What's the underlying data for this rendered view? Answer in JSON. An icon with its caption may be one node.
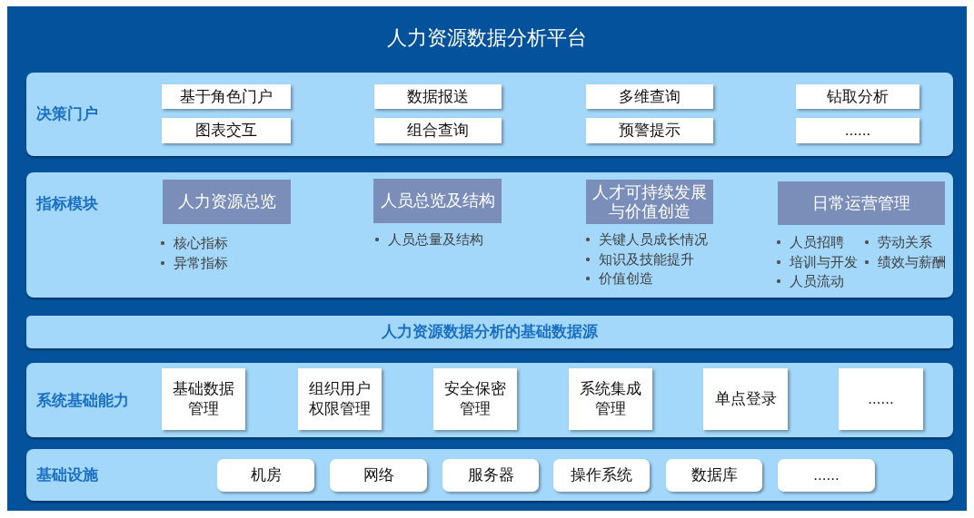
{
  "diagram": {
    "nodes": [
      {
        "text": [
          "人力资源数据分析平台"
        ]
      },
      {
        "text": [
          "决策门户"
        ],
        "in": 0
      },
      {
        "text": [
          "基于角色门户"
        ],
        "in": 1
      },
      {
        "text": [
          "数据报送"
        ],
        "in": 1
      },
      {
        "text": [
          "多维查询"
        ],
        "in": 1
      },
      {
        "text": [
          "钻取分析"
        ],
        "in": 1
      },
      {
        "text": [
          "图表交互"
        ],
        "in": 1
      },
      {
        "text": [
          "组合查询"
        ],
        "in": 1
      },
      {
        "text": [
          "预警提示"
        ],
        "in": 1
      },
      {
        "text": [
          "......"
        ],
        "in": 1
      },
      {
        "text": [
          "指标模块"
        ],
        "in": 0
      },
      {
        "text": [
          "人力资源总览"
        ],
        "in": 10,
        "beside": [
          "核心指标",
          "异常指标"
        ]
      },
      {
        "text": [
          "人员总览及结构"
        ],
        "in": 10,
        "beside": [
          "人员总量及结构"
        ]
      },
      {
        "text": [
          "人才可持续发展与价值创造"
        ],
        "in": 10,
        "beside": [
          "关键人员成长情况",
          "知识及技能提升",
          "价值创造"
        ]
      },
      {
        "text": [
          "日常运营管理"
        ],
        "in": 10,
        "beside": [
          "人员招聘",
          "培训与开发",
          "人员流动",
          "劳动关系",
          "绩效与薪酬"
        ]
      },
      {
        "text": [
          "人力资源数据分析的基础数据源"
        ],
        "in": 0
      },
      {
        "text": [
          "系统基础能力"
        ],
        "in": 0
      },
      {
        "text": [
          "基础数据管理"
        ],
        "in": 16
      },
      {
        "text": [
          "组织用户权限管理"
        ],
        "in": 16
      },
      {
        "text": [
          "安全保密管理"
        ],
        "in": 16
      },
      {
        "text": [
          "系统集成管理"
        ],
        "in": 16
      },
      {
        "text": [
          "单点登录"
        ],
        "in": 16
      },
      {
        "text": [
          "......"
        ],
        "in": 16
      },
      {
        "text": [
          "基础设施"
        ],
        "in": 0
      },
      {
        "text": [
          "机房"
        ],
        "in": 23
      },
      {
        "text": [
          "网络"
        ],
        "in": 23
      },
      {
        "text": [
          "服务器"
        ],
        "in": 23
      },
      {
        "text": [
          "操作系统"
        ],
        "in": 23
      },
      {
        "text": [
          "数据库"
        ],
        "in": 23
      },
      {
        "text": [
          "......"
        ],
        "in": 23
      }
    ]
  }
}
